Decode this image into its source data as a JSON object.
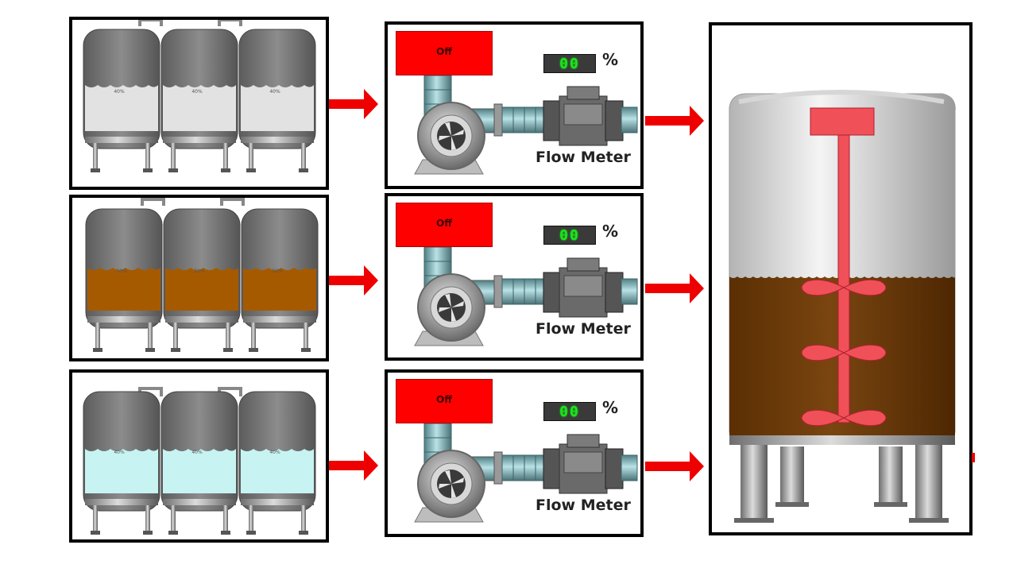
{
  "tank_rows": [
    {
      "id": "row1",
      "liquid_color": "#e2e2e2",
      "level_label": "40%"
    },
    {
      "id": "row2",
      "liquid_color": "#a65a00",
      "level_label": "50%"
    },
    {
      "id": "row3",
      "liquid_color": "#c7f3f3",
      "level_label": "40%"
    }
  ],
  "pumps": [
    {
      "status_label": "Off",
      "flow_value": "00",
      "unit": "%",
      "flow_label": "Flow Meter"
    },
    {
      "status_label": "Off",
      "flow_value": "00",
      "unit": "%",
      "flow_label": "Flow Meter"
    },
    {
      "status_label": "Off",
      "flow_value": "00",
      "unit": "%",
      "flow_label": "Flow Meter"
    }
  ],
  "mixer": {
    "liquid_color": "#6e3c05",
    "agitator_color": "#f05058"
  },
  "colors": {
    "arrow": "#ee0000",
    "button": "#ff0000",
    "lcd_text": "#1fe21f"
  },
  "icons": [
    "storage-tank-icon",
    "arrow-right-icon",
    "centrifugal-pump-icon",
    "flow-meter-icon",
    "mixing-tank-icon",
    "agitator-icon"
  ]
}
